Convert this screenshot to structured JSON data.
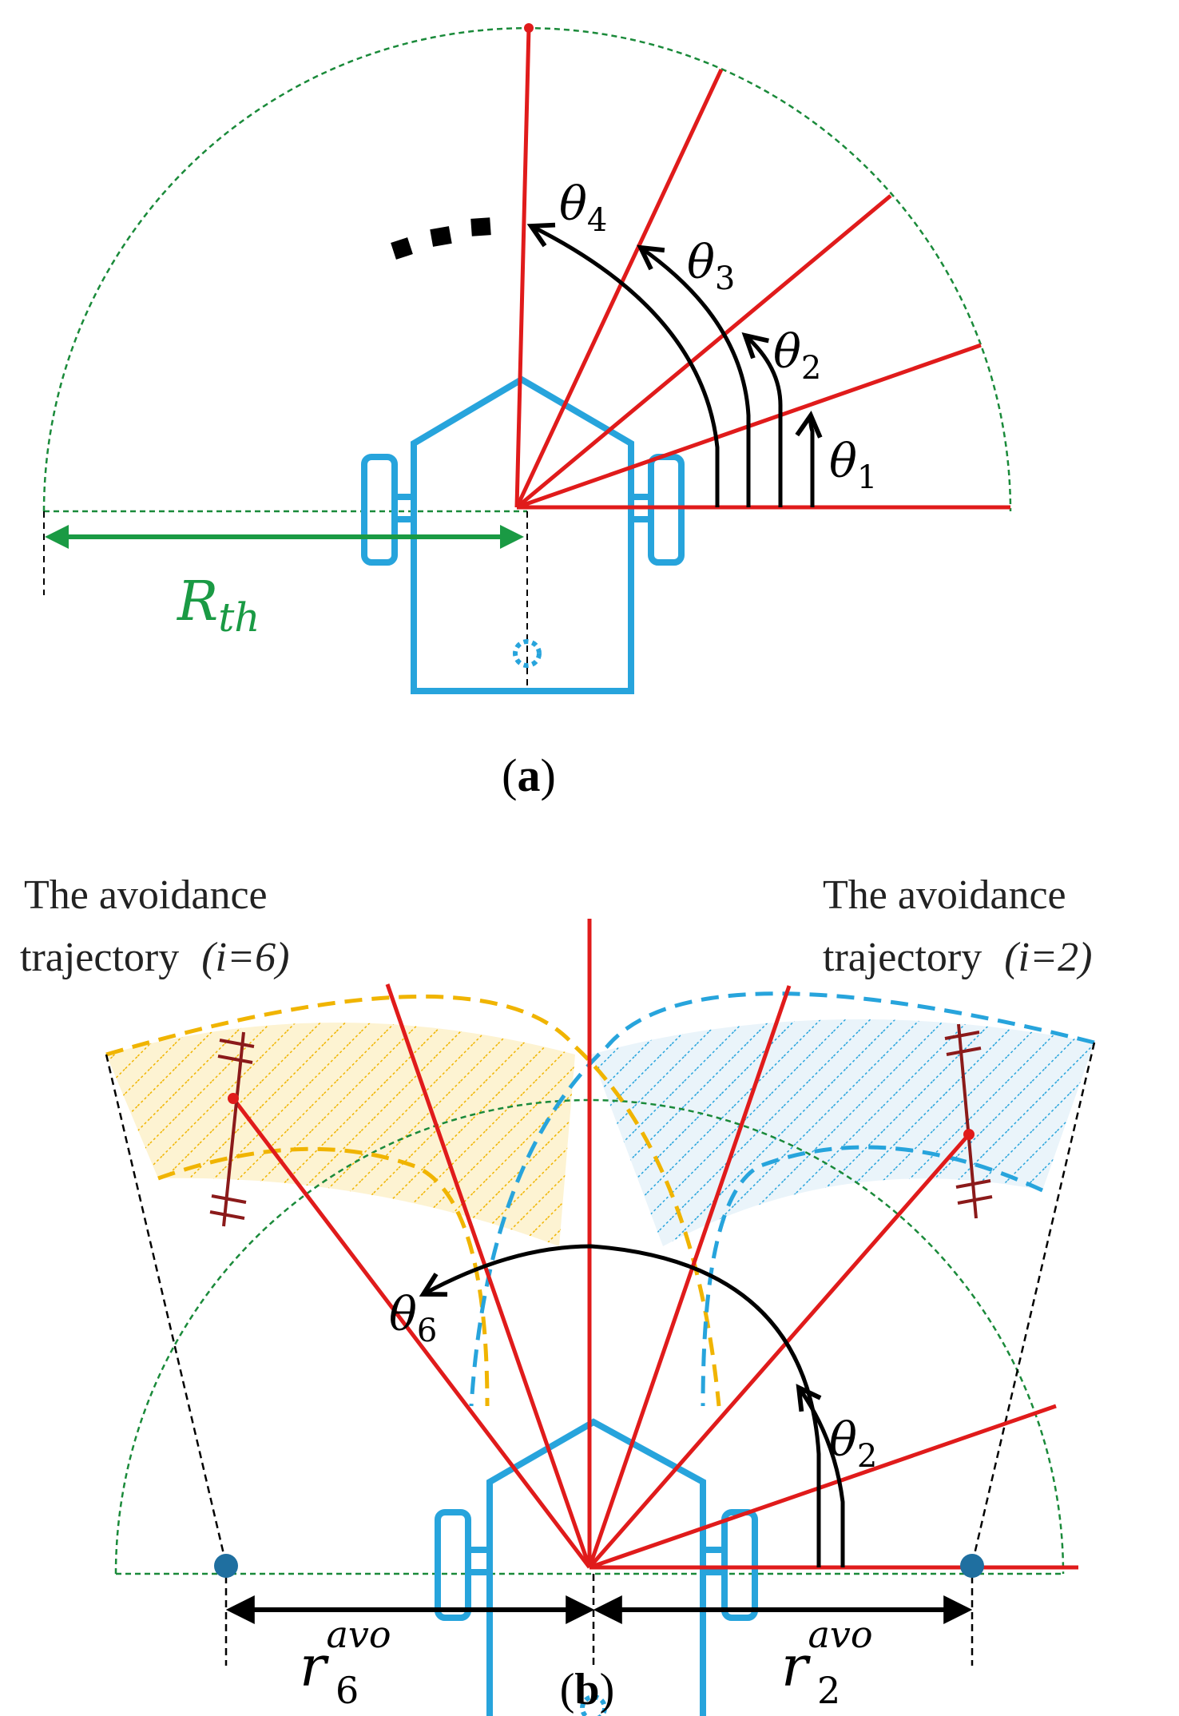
{
  "panel_a": {
    "label_open": "(",
    "label_letter": "a",
    "label_close": ")",
    "radius_symbol": "R",
    "radius_subscript": "th",
    "angles": [
      {
        "symbol": "θ",
        "index": "1"
      },
      {
        "symbol": "θ",
        "index": "2"
      },
      {
        "symbol": "θ",
        "index": "3"
      },
      {
        "symbol": "θ",
        "index": "4"
      }
    ],
    "ellipsis": "▪ ▪ ▪"
  },
  "panel_b": {
    "label_open": "(",
    "label_letter": "b",
    "label_close": ")",
    "left_caption_line1": "The avoidance",
    "left_caption_line2": "trajectory",
    "left_caption_index": "(i=6)",
    "right_caption_line1": "The avoidance",
    "right_caption_line2": "trajectory",
    "right_caption_index": "(i=2)",
    "angle_left": {
      "symbol": "θ",
      "index": "6"
    },
    "angle_right": {
      "symbol": "θ",
      "index": "2"
    },
    "radius_left": {
      "symbol": "r",
      "index": "6",
      "superscript": "avo"
    },
    "radius_right": {
      "symbol": "r",
      "index": "2",
      "superscript": "avo"
    }
  },
  "colors": {
    "robot": "#27a4dc",
    "ray": "#e01b1b",
    "range": "#1a8a3a",
    "radius_arrow": "#1a9a44",
    "left_band": "#f0b400",
    "right_band": "#27a4dc",
    "marker": "#8b1a1a",
    "dot": "#1f6fa0"
  }
}
